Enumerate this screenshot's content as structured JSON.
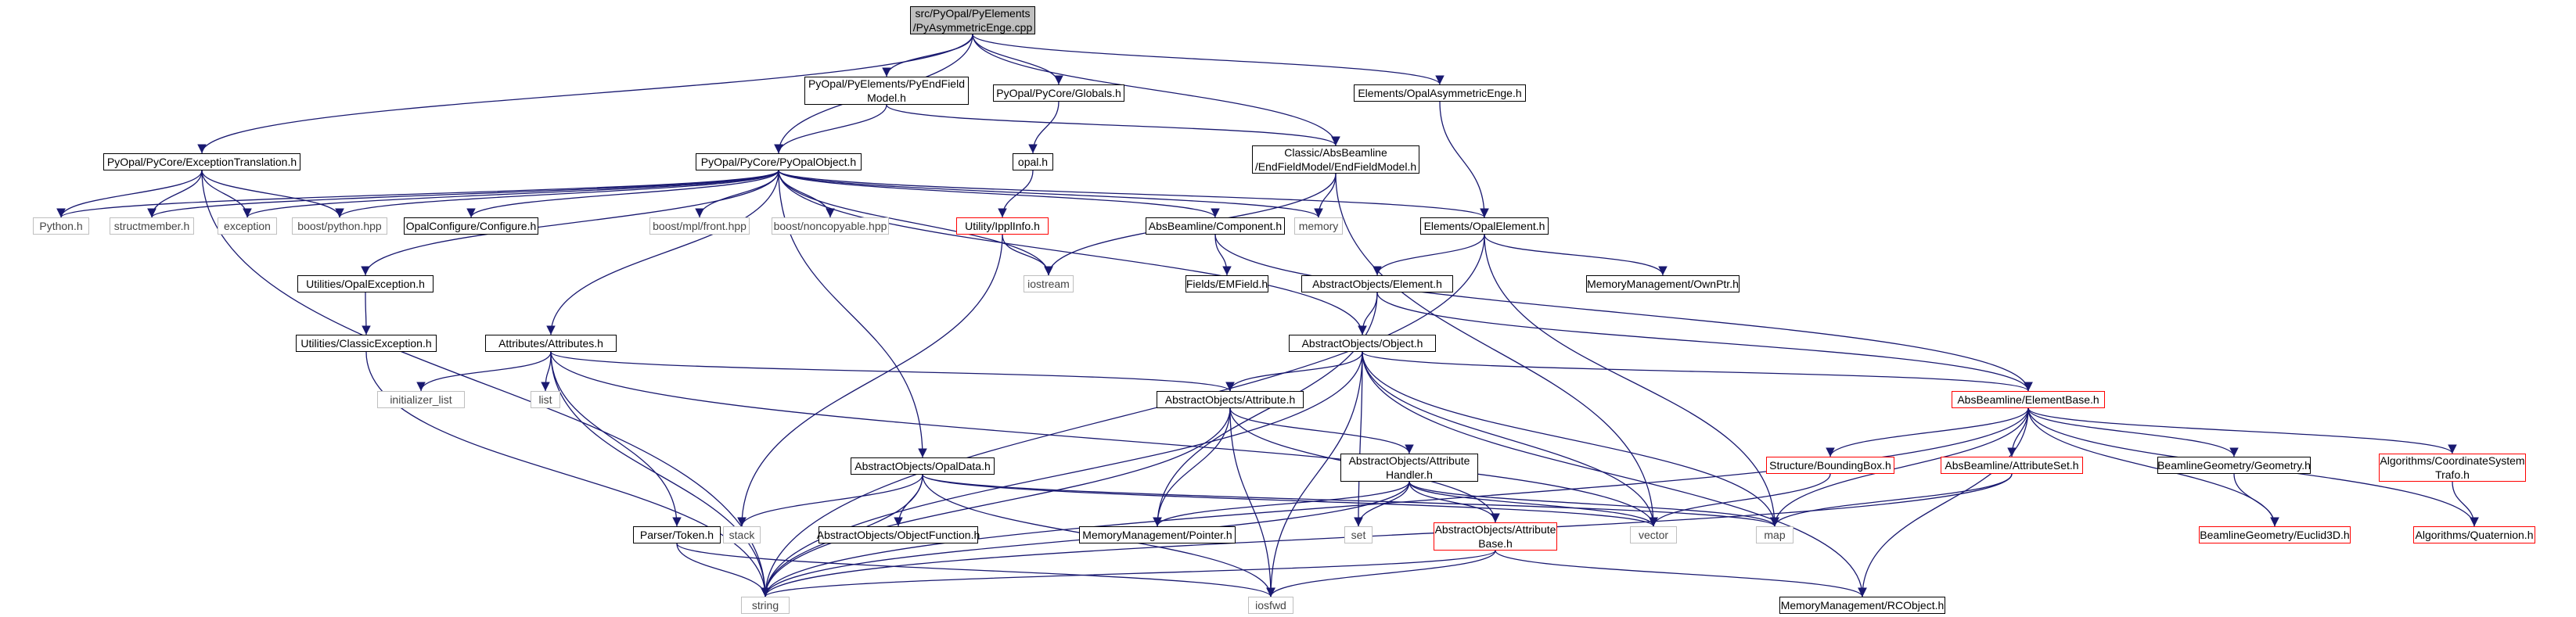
{
  "colors": {
    "edge": "#191970",
    "documented_border": "#000000",
    "undocumented_border": "#bfbfbf",
    "truncated_border": "#ff0000",
    "focus_fill": "#bfbfbf"
  },
  "nodes": [
    {
      "id": "root",
      "label": "src/PyOpal/PyElements\n/PyAsymmetricEnge.cpp",
      "kind": "focus"
    },
    {
      "id": "exctrans",
      "label": "PyOpal/PyCore/ExceptionTranslation.h",
      "kind": "doc"
    },
    {
      "id": "pyendfield",
      "label": "PyOpal/PyElements/PyEndField\nModel.h",
      "kind": "doc"
    },
    {
      "id": "globals",
      "label": "PyOpal/PyCore/Globals.h",
      "kind": "doc"
    },
    {
      "id": "opalasym",
      "label": "Elements/OpalAsymmetricEnge.h",
      "kind": "doc"
    },
    {
      "id": "pyopalobj",
      "label": "PyOpal/PyCore/PyOpalObject.h",
      "kind": "doc"
    },
    {
      "id": "opalh",
      "label": "opal.h",
      "kind": "doc"
    },
    {
      "id": "endfieldmodel",
      "label": "Classic/AbsBeamline\n/EndFieldModel/EndFieldModel.h",
      "kind": "doc"
    },
    {
      "id": "python",
      "label": "Python.h",
      "kind": "undoc"
    },
    {
      "id": "structmember",
      "label": "structmember.h",
      "kind": "undoc"
    },
    {
      "id": "exception",
      "label": "exception",
      "kind": "undoc"
    },
    {
      "id": "boostpython",
      "label": "boost/python.hpp",
      "kind": "undoc"
    },
    {
      "id": "opalconfig",
      "label": "OpalConfigure/Configure.h",
      "kind": "doc"
    },
    {
      "id": "mplfront",
      "label": "boost/mpl/front.hpp",
      "kind": "undoc"
    },
    {
      "id": "noncopyable",
      "label": "boost/noncopyable.hpp",
      "kind": "undoc"
    },
    {
      "id": "ippl",
      "label": "Utility/IpplInfo.h",
      "kind": "trunc"
    },
    {
      "id": "component",
      "label": "AbsBeamline/Component.h",
      "kind": "doc"
    },
    {
      "id": "memory",
      "label": "memory",
      "kind": "undoc"
    },
    {
      "id": "opalelement",
      "label": "Elements/OpalElement.h",
      "kind": "doc"
    },
    {
      "id": "iostream",
      "label": "iostream",
      "kind": "undoc"
    },
    {
      "id": "emfield",
      "label": "Fields/EMField.h",
      "kind": "doc"
    },
    {
      "id": "ownptr",
      "label": "MemoryManagement/OwnPtr.h",
      "kind": "doc"
    },
    {
      "id": "opalexc",
      "label": "Utilities/OpalException.h",
      "kind": "doc"
    },
    {
      "id": "classicexc",
      "label": "Utilities/ClassicException.h",
      "kind": "doc"
    },
    {
      "id": "aoelement",
      "label": "AbstractObjects/Element.h",
      "kind": "doc"
    },
    {
      "id": "attributes",
      "label": "Attributes/Attributes.h",
      "kind": "doc"
    },
    {
      "id": "aoobject",
      "label": "AbstractObjects/Object.h",
      "kind": "doc"
    },
    {
      "id": "initlist",
      "label": "initializer_list",
      "kind": "undoc"
    },
    {
      "id": "list",
      "label": "list",
      "kind": "undoc"
    },
    {
      "id": "aoattribute",
      "label": "AbstractObjects/Attribute.h",
      "kind": "doc"
    },
    {
      "id": "elementbase",
      "label": "AbsBeamline/ElementBase.h",
      "kind": "trunc"
    },
    {
      "id": "opaldata",
      "label": "AbstractObjects/OpalData.h",
      "kind": "doc"
    },
    {
      "id": "attrhandler",
      "label": "AbstractObjects/Attribute\nHandler.h",
      "kind": "doc"
    },
    {
      "id": "boundingbox",
      "label": "Structure/BoundingBox.h",
      "kind": "trunc"
    },
    {
      "id": "attributeset",
      "label": "AbsBeamline/AttributeSet.h",
      "kind": "trunc"
    },
    {
      "id": "geometry",
      "label": "BeamlineGeometry/Geometry.h",
      "kind": "doc"
    },
    {
      "id": "coordtrafo",
      "label": "Algorithms/CoordinateSystem\nTrafo.h",
      "kind": "trunc"
    },
    {
      "id": "stack",
      "label": "stack",
      "kind": "undoc"
    },
    {
      "id": "objfunction",
      "label": "AbstractObjects/ObjectFunction.h",
      "kind": "doc"
    },
    {
      "id": "pointer",
      "label": "MemoryManagement/Pointer.h",
      "kind": "doc"
    },
    {
      "id": "set",
      "label": "set",
      "kind": "undoc"
    },
    {
      "id": "vector",
      "label": "vector",
      "kind": "undoc"
    },
    {
      "id": "map",
      "label": "map",
      "kind": "undoc"
    },
    {
      "id": "parsertoken",
      "label": "Parser/Token.h",
      "kind": "doc"
    },
    {
      "id": "attrbase",
      "label": "AbstractObjects/Attribute\nBase.h",
      "kind": "trunc"
    },
    {
      "id": "euclid",
      "label": "BeamlineGeometry/Euclid3D.h",
      "kind": "trunc"
    },
    {
      "id": "quaternion",
      "label": "Algorithms/Quaternion.h",
      "kind": "trunc"
    },
    {
      "id": "string",
      "label": "string",
      "kind": "undoc"
    },
    {
      "id": "iosfwd",
      "label": "iosfwd",
      "kind": "undoc"
    },
    {
      "id": "rcobject",
      "label": "MemoryManagement/RCObject.h",
      "kind": "doc"
    }
  ],
  "edges": [
    [
      "root",
      "exctrans"
    ],
    [
      "root",
      "pyopalobj"
    ],
    [
      "root",
      "pyendfield"
    ],
    [
      "root",
      "globals"
    ],
    [
      "root",
      "endfieldmodel"
    ],
    [
      "root",
      "opalasym"
    ],
    [
      "exctrans",
      "python"
    ],
    [
      "exctrans",
      "structmember"
    ],
    [
      "exctrans",
      "exception"
    ],
    [
      "exctrans",
      "boostpython"
    ],
    [
      "exctrans",
      "string"
    ],
    [
      "pyendfield",
      "pyopalobj"
    ],
    [
      "pyendfield",
      "endfieldmodel"
    ],
    [
      "globals",
      "opalh"
    ],
    [
      "opalh",
      "ippl"
    ],
    [
      "opalasym",
      "opalelement"
    ],
    [
      "endfieldmodel",
      "memory"
    ],
    [
      "endfieldmodel",
      "iostream"
    ],
    [
      "endfieldmodel",
      "vector"
    ],
    [
      "pyopalobj",
      "python"
    ],
    [
      "pyopalobj",
      "structmember"
    ],
    [
      "pyopalobj",
      "exception"
    ],
    [
      "pyopalobj",
      "boostpython"
    ],
    [
      "pyopalobj",
      "opalconfig"
    ],
    [
      "pyopalobj",
      "mplfront"
    ],
    [
      "pyopalobj",
      "noncopyable"
    ],
    [
      "pyopalobj",
      "memory"
    ],
    [
      "pyopalobj",
      "iostream"
    ],
    [
      "pyopalobj",
      "component"
    ],
    [
      "pyopalobj",
      "opalelement"
    ],
    [
      "pyopalobj",
      "opalexc"
    ],
    [
      "pyopalobj",
      "attributes"
    ],
    [
      "pyopalobj",
      "aoobject"
    ],
    [
      "pyopalobj",
      "opaldata"
    ],
    [
      "ippl",
      "iostream"
    ],
    [
      "ippl",
      "stack"
    ],
    [
      "component",
      "emfield"
    ],
    [
      "component",
      "elementbase"
    ],
    [
      "opalelement",
      "ownptr"
    ],
    [
      "opalelement",
      "aoelement"
    ],
    [
      "opalelement",
      "string"
    ],
    [
      "opalelement",
      "map"
    ],
    [
      "opalexc",
      "classicexc"
    ],
    [
      "classicexc",
      "string"
    ],
    [
      "aoelement",
      "aoobject"
    ],
    [
      "aoelement",
      "pointer"
    ],
    [
      "aoelement",
      "elementbase"
    ],
    [
      "attributes",
      "initlist"
    ],
    [
      "attributes",
      "list"
    ],
    [
      "attributes",
      "string"
    ],
    [
      "attributes",
      "vector"
    ],
    [
      "attributes",
      "parsertoken"
    ],
    [
      "attributes",
      "aoattribute"
    ],
    [
      "aoobject",
      "aoattribute"
    ],
    [
      "aoobject",
      "elementbase"
    ],
    [
      "aoobject",
      "set"
    ],
    [
      "aoobject",
      "map"
    ],
    [
      "aoobject",
      "vector"
    ],
    [
      "aoobject",
      "iosfwd"
    ],
    [
      "aoobject",
      "string"
    ],
    [
      "aoobject",
      "rcobject"
    ],
    [
      "aoattribute",
      "attrbase"
    ],
    [
      "aoattribute",
      "attrhandler"
    ],
    [
      "aoattribute",
      "pointer"
    ],
    [
      "aoattribute",
      "string"
    ],
    [
      "aoattribute",
      "iosfwd"
    ],
    [
      "attrhandler",
      "attrbase"
    ],
    [
      "attrhandler",
      "set"
    ],
    [
      "attrhandler",
      "vector"
    ],
    [
      "attrhandler",
      "map"
    ],
    [
      "attrhandler",
      "pointer"
    ],
    [
      "attrhandler",
      "string"
    ],
    [
      "attrbase",
      "string"
    ],
    [
      "attrbase",
      "iosfwd"
    ],
    [
      "attrbase",
      "rcobject"
    ],
    [
      "opaldata",
      "stack"
    ],
    [
      "opaldata",
      "objfunction"
    ],
    [
      "opaldata",
      "string"
    ],
    [
      "opaldata",
      "vector"
    ],
    [
      "opaldata",
      "map"
    ],
    [
      "opaldata",
      "iosfwd"
    ],
    [
      "parsertoken",
      "string"
    ],
    [
      "parsertoken",
      "iosfwd"
    ],
    [
      "elementbase",
      "boundingbox"
    ],
    [
      "elementbase",
      "attributeset"
    ],
    [
      "elementbase",
      "geometry"
    ],
    [
      "elementbase",
      "coordtrafo"
    ],
    [
      "elementbase",
      "euclid"
    ],
    [
      "elementbase",
      "quaternion"
    ],
    [
      "elementbase",
      "map"
    ],
    [
      "elementbase",
      "string"
    ],
    [
      "elementbase",
      "rcobject"
    ],
    [
      "boundingbox",
      "vector"
    ],
    [
      "attributeset",
      "map"
    ],
    [
      "attributeset",
      "string"
    ],
    [
      "geometry",
      "euclid"
    ],
    [
      "coordtrafo",
      "quaternion"
    ]
  ]
}
